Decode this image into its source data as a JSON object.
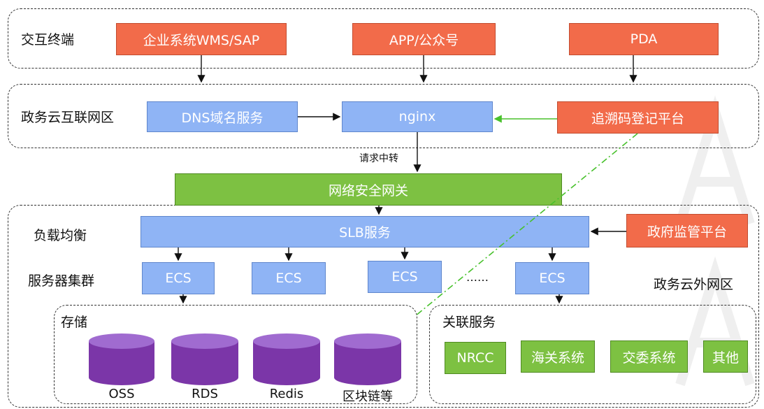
{
  "zones": {
    "terminal": "交互终端",
    "gov_internet": "政务云互联网区",
    "gov_external": "政务云外网区",
    "storage": "存储",
    "related": "关联服务"
  },
  "terminals": [
    "企业系统WMS/SAP",
    "APP/公众号",
    "PDA"
  ],
  "internet_zone": {
    "dns": "DNS域名服务",
    "nginx": "nginx",
    "trace": "追溯码登记平台"
  },
  "relay_label": "请求中转",
  "gateway": "网络安全网关",
  "external_zone": {
    "lb_label": "负载均衡",
    "slb": "SLB服务",
    "gov_platform": "政府监管平台",
    "cluster_label": "服务器集群",
    "ecs": [
      "ECS",
      "ECS",
      "ECS",
      "ECS"
    ],
    "ellipsis": "……"
  },
  "storage_items": [
    "OSS",
    "RDS",
    "Redis",
    "区块链等"
  ],
  "related_items": [
    "NRCC",
    "海关系统",
    "交委系统",
    "其他"
  ],
  "colors": {
    "orange": "#f26b4a",
    "blue": "#8fb4f5",
    "green": "#7dc142",
    "purple": "#7b36a8",
    "purple_top": "#a06bd0"
  }
}
